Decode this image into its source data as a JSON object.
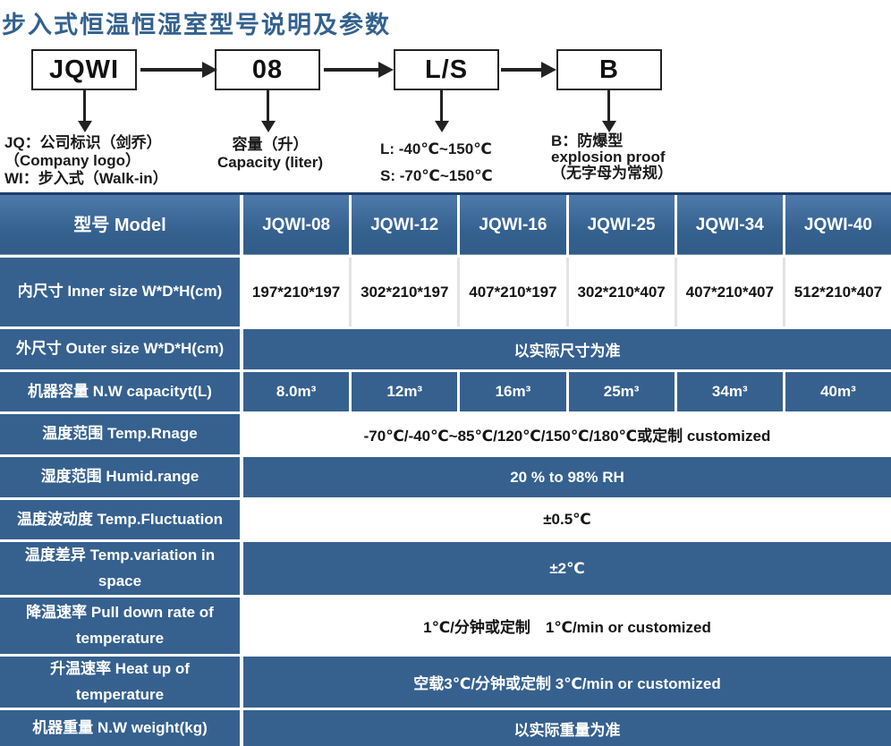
{
  "page_title": "步入式恒温恒湿室型号说明及参数",
  "diagram": {
    "boxes": {
      "company": "JQWI",
      "capacity": "08",
      "range": "L/S",
      "type": "B"
    },
    "notes": {
      "company": [
        "JQ：公司标识（剑乔）",
        "（Company logo）",
        "WI：步入式（Walk-in）"
      ],
      "capacity": [
        "容量（升）",
        "Capacity (liter)"
      ],
      "range": [
        "L: -40℃~150℃",
        "S: -70℃~150℃"
      ],
      "type": [
        "B：防爆型",
        "explosion proof",
        "（无字母为常规）"
      ]
    }
  },
  "table": {
    "header": {
      "label": "型号 Model",
      "models": [
        "JQWI-08",
        "JQWI-12",
        "JQWI-16",
        "JQWI-25",
        "JQWI-34",
        "JQWI-40"
      ]
    },
    "rows": [
      {
        "label": "内尺寸 Inner size W*D*H(cm)",
        "values": [
          "197*210*197",
          "302*210*197",
          "407*210*197",
          "302*210*407",
          "407*210*407",
          "512*210*407"
        ]
      },
      {
        "label": "外尺寸 Outer size W*D*H(cm)",
        "span": "以实际尺寸为准"
      },
      {
        "label": "机器容量 N.W capacityt(L)",
        "values": [
          "8.0m³",
          "12m³",
          "16m³",
          "25m³",
          "34m³",
          "40m³"
        ]
      },
      {
        "label": "温度范围 Temp.Rnage",
        "span": "-70℃/-40℃~85℃/120℃/150℃/180℃或定制 customized"
      },
      {
        "label": "湿度范围 Humid.range",
        "span": "20 % to 98% RH"
      },
      {
        "label": "温度波动度 Temp.Fluctuation",
        "span": "±0.5℃"
      },
      {
        "label": "温度差异 Temp.variation in space",
        "span": "±2℃"
      },
      {
        "label": "降温速率 Pull down rate of temperature",
        "span": "1℃/分钟或定制　1℃/min or customized"
      },
      {
        "label": "升温速率 Heat up of temperature",
        "span": "空载3℃/分钟或定制 3℃/min or customized"
      },
      {
        "label": "机器重量 N.W weight(kg)",
        "span": "以实际重量为准"
      }
    ]
  },
  "colors": {
    "primary_blue": "#36618f",
    "title_blue": "#33618f",
    "table_top_border": "#1d3f6e"
  }
}
